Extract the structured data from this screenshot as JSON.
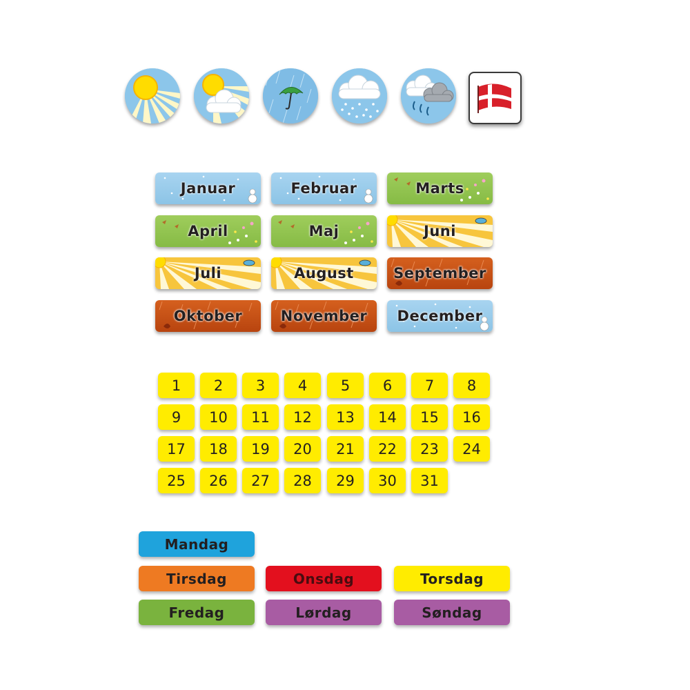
{
  "weather": [
    {
      "name": "sunny-icon"
    },
    {
      "name": "partly-cloudy-icon"
    },
    {
      "name": "rain-umbrella-icon"
    },
    {
      "name": "snow-cloud-icon"
    },
    {
      "name": "storm-cloud-icon"
    }
  ],
  "flag": {
    "icon": "danish-flag-icon",
    "colors": {
      "red": "#d8202a",
      "white": "#ffffff"
    }
  },
  "months": [
    {
      "label": "Januar",
      "season": "winter"
    },
    {
      "label": "Februar",
      "season": "winter"
    },
    {
      "label": "Marts",
      "season": "spring"
    },
    {
      "label": "April",
      "season": "spring"
    },
    {
      "label": "Maj",
      "season": "spring"
    },
    {
      "label": "Juni",
      "season": "summer"
    },
    {
      "label": "Juli",
      "season": "summer"
    },
    {
      "label": "August",
      "season": "summer"
    },
    {
      "label": "September",
      "season": "autumn"
    },
    {
      "label": "Oktober",
      "season": "autumn"
    },
    {
      "label": "November",
      "season": "autumn"
    },
    {
      "label": "December",
      "season": "winter"
    }
  ],
  "days": [
    "1",
    "2",
    "3",
    "4",
    "5",
    "6",
    "7",
    "8",
    "9",
    "10",
    "11",
    "12",
    "13",
    "14",
    "15",
    "16",
    "17",
    "18",
    "19",
    "20",
    "21",
    "22",
    "23",
    "24",
    "25",
    "26",
    "27",
    "28",
    "29",
    "30",
    "31"
  ],
  "weekdays": [
    {
      "label": "Mandag",
      "color": "#1fa3dc"
    },
    {
      "label": "Tirsdag",
      "color": "#ee7a22"
    },
    {
      "label": "Onsdag",
      "color": "#e3101e",
      "text_color": "#4a0c10"
    },
    {
      "label": "Torsdag",
      "color": "#ffec00"
    },
    {
      "label": "Fredag",
      "color": "#7ab33e"
    },
    {
      "label": "Lørdag",
      "color": "#a85ca3"
    },
    {
      "label": "Søndag",
      "color": "#a85ca3"
    }
  ],
  "colors": {
    "day_tile": "#ffec00",
    "text": "#231f20"
  }
}
